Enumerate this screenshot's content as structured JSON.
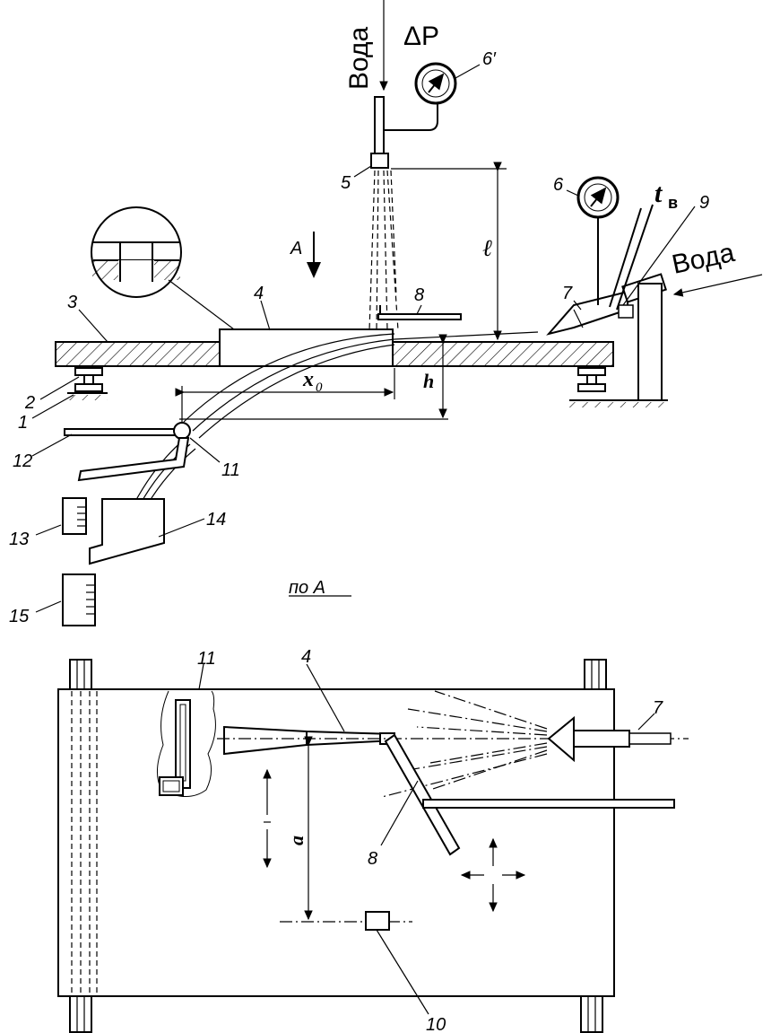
{
  "labels": {
    "water_top": "Вода",
    "water_right": "Вода",
    "delta_p": "ΔP",
    "t_b": "t",
    "t_b_sub": "в",
    "view_a_marker": "A",
    "view_a_title": "по А",
    "dim_l": "ℓ",
    "dim_h": "h",
    "dim_x0": "x",
    "dim_x0_sub": "0",
    "dim_a": "a"
  },
  "callouts": {
    "n1": "1",
    "n2": "2",
    "n3": "3",
    "n4": "4",
    "n5": "5",
    "n6": "6",
    "n6p": "6′",
    "n7": "7",
    "n8": "8",
    "n9": "9",
    "n11": "11",
    "n12": "12",
    "n13": "13",
    "n14": "14",
    "n15": "15",
    "p11": "11",
    "p4": "4",
    "p7": "7",
    "p8": "8",
    "p10": "10"
  }
}
